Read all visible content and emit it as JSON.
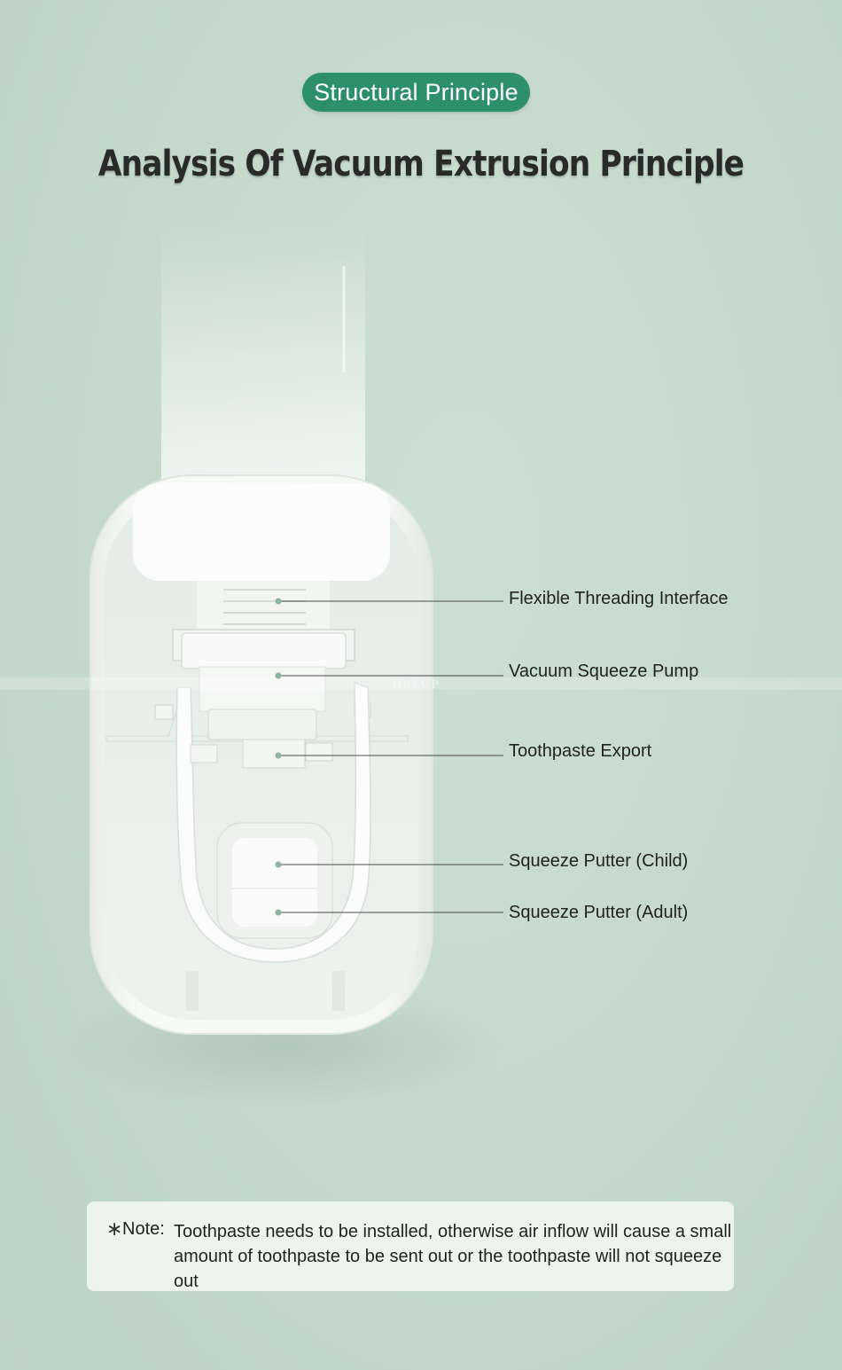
{
  "badge": {
    "label": "Structural Principle",
    "color": "#2e8f6c"
  },
  "headline": "Analysis Of Vacuum Extrusion Principle",
  "callouts": [
    {
      "label": "Flexible Threading Interface"
    },
    {
      "label": "Vacuum Squeeze Pump"
    },
    {
      "label": "Toothpaste Export"
    },
    {
      "label": "Squeeze Putter (Child)"
    },
    {
      "label": "Squeeze Putter (Adult)"
    }
  ],
  "watermark": "OSLUP",
  "note": {
    "star": "∗",
    "label": "Note:",
    "text": "Toothpaste needs to be installed, otherwise air inflow will cause a small amount of toothpaste to be sent out or the toothpaste will not squeeze out"
  },
  "colors": {
    "background": "#c4d8cc",
    "dispenser": "#f4f6f4",
    "leader": "#4a4a4a",
    "dot": "#8fb3a1"
  }
}
